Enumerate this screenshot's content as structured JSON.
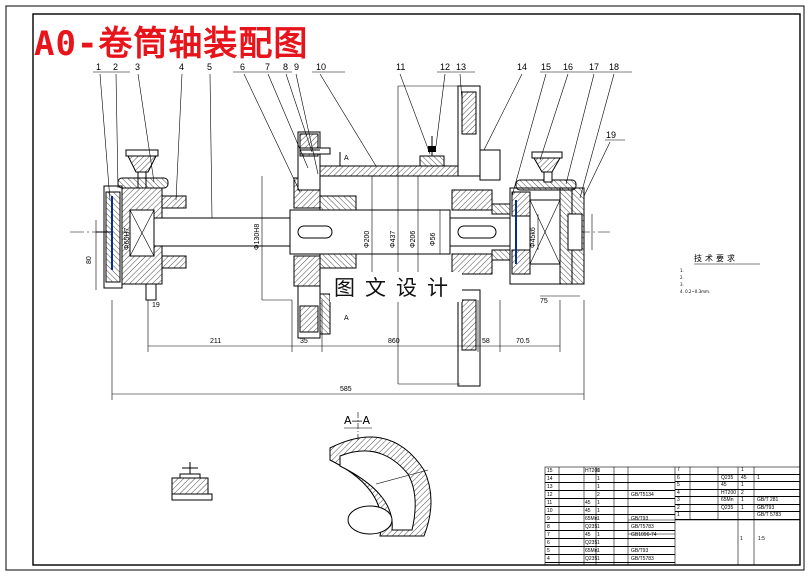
{
  "drawing": {
    "title": "A0-卷筒轴装配图",
    "watermark": "图文设计",
    "section_label": "A—A",
    "tech_notes": {
      "heading": "技术要求",
      "lines": [
        "1.",
        "2.",
        "3.",
        "4.  0.2~0.3mm."
      ]
    },
    "balloons": [
      "1",
      "2",
      "3",
      "4",
      "5",
      "6",
      "7",
      "8",
      "9",
      "10",
      "11",
      "12",
      "13",
      "14",
      "15",
      "16",
      "17",
      "18",
      "19"
    ],
    "dimensions": {
      "d_h1": "211",
      "d_h2": "35",
      "d_h3": "860",
      "d_h4": "58",
      "d_h5": "70.5",
      "total": "585",
      "right_gap": "75",
      "left_small": "19",
      "height_80": "80",
      "phi_left": "Φ65H7",
      "phi_hub": "Φ130H8",
      "phi_200": "Φ200",
      "phi_437": "Φ437",
      "phi_206": "Φ206",
      "phi_56": "Φ56",
      "phi_right": "Φ45k6"
    }
  },
  "parts_table": {
    "left": [
      [
        "15",
        "",
        "HT200",
        "1",
        ""
      ],
      [
        "14",
        "",
        "",
        "1",
        ""
      ],
      [
        "13",
        "",
        "",
        "1",
        ""
      ],
      [
        "12",
        "",
        "",
        "2",
        "GB/T5134"
      ],
      [
        "11",
        "",
        "45",
        "1",
        ""
      ],
      [
        "10",
        "",
        "45",
        "1",
        ""
      ],
      [
        "9",
        "",
        "65Mn",
        "1",
        "GB/T93"
      ],
      [
        "8",
        "",
        "Q235",
        "1",
        "GB/T5783"
      ],
      [
        "7",
        "",
        "45",
        "1",
        "GB1096-74"
      ],
      [
        "6",
        "",
        "Q235",
        "1",
        ""
      ],
      [
        "5",
        "",
        "65Mn",
        "1",
        "GB/T93"
      ],
      [
        "4",
        "",
        "Q235",
        "1",
        "GB/T5783"
      ]
    ],
    "right": [
      [
        "7",
        "",
        "",
        "1",
        ""
      ],
      [
        "6",
        "",
        "Q235",
        "45",
        "1"
      ],
      [
        "5",
        "",
        "45",
        "1",
        ""
      ],
      [
        "4",
        "",
        "HT200",
        "2",
        ""
      ],
      [
        "3",
        "",
        "65Mn",
        "1",
        "GB/T 281"
      ],
      [
        "2",
        "",
        "Q235",
        "1",
        "GB/T93"
      ],
      [
        "1",
        "",
        "",
        "",
        "GB/T 5783"
      ]
    ],
    "scale": "1:5",
    "sheet": "1"
  }
}
